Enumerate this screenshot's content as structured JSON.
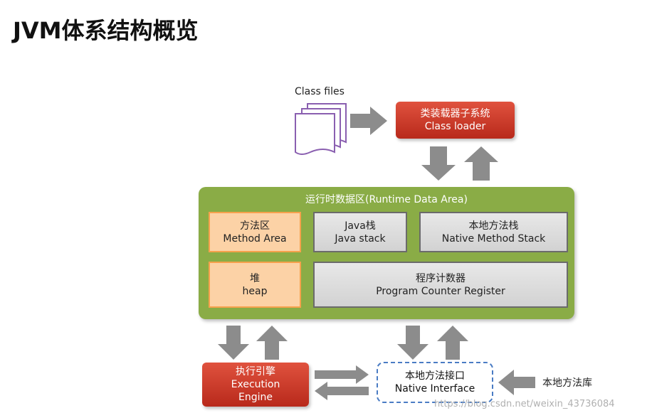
{
  "title": "JVM体系结构概览",
  "class_files_label": "Class files",
  "class_loader": {
    "cn": "类装载器子系统",
    "en": "Class loader"
  },
  "runtime_area_title": "运行时数据区(Runtime Data Area)",
  "method_area": {
    "cn": "方法区",
    "en": "Method Area"
  },
  "java_stack": {
    "cn": "Java栈",
    "en": "Java stack"
  },
  "native_method_stack": {
    "cn": "本地方法栈",
    "en": "Native Method Stack"
  },
  "heap": {
    "cn": "堆",
    "en": "heap"
  },
  "pc_register": {
    "cn": "程序计数器",
    "en": "Program Counter Register"
  },
  "execution_engine": {
    "cn": "执行引擎",
    "en1": "Execution",
    "en2": "Engine"
  },
  "native_interface": {
    "cn": "本地方法接口",
    "en": "Native Interface"
  },
  "native_library_label": "本地方法库",
  "watermark": "https://blog.csdn.net/weixin_43736084",
  "colors": {
    "red": "#c8382a",
    "green": "#8aac46",
    "orange_fill": "#fcd2a6",
    "orange_border": "#f6a14c",
    "gray_arrow": "#8c8c8c",
    "dash_blue": "#4a7cc4"
  }
}
